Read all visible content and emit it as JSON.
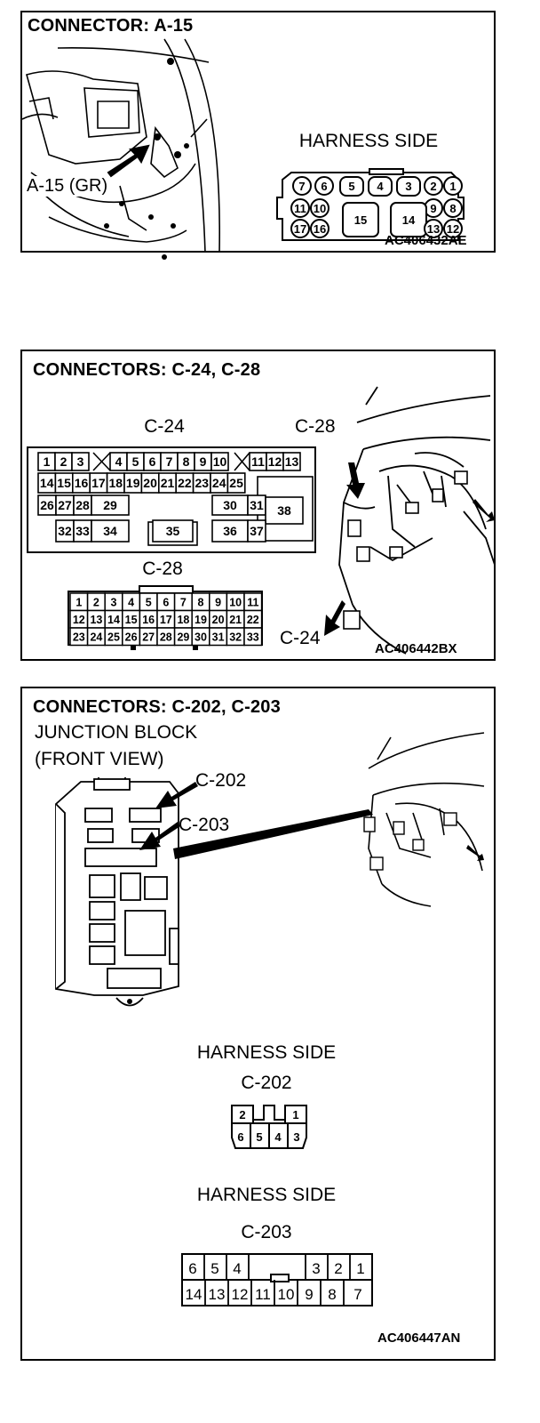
{
  "panels": [
    {
      "title": "CONNECTOR: A-15",
      "code": "AC406432AE",
      "harness_label": "HARNESS SIDE",
      "location_label": "A-15 (GR)",
      "pins_top": [
        "7",
        "6",
        "5",
        "4",
        "3",
        "2",
        "1"
      ],
      "pins_mid": [
        "11",
        "10",
        "9",
        "8"
      ],
      "pins_bot": [
        "17",
        "16",
        "15",
        "14",
        "13",
        "12"
      ]
    },
    {
      "title": "CONNECTORS: C-24, C-28",
      "code": "AC406442BX",
      "c24_label": "C-24",
      "c28_label": "C-28",
      "photo_c28_label": "C-28",
      "photo_c24_label": "C-24",
      "c24_row1": [
        "1",
        "2",
        "3",
        "4",
        "5",
        "6",
        "7",
        "8",
        "9",
        "10",
        "11",
        "12",
        "13"
      ],
      "c24_row2": [
        "14",
        "15",
        "16",
        "17",
        "18",
        "19",
        "20",
        "21",
        "22",
        "23",
        "24",
        "25"
      ],
      "c24_row3": [
        "26",
        "27",
        "28",
        "29",
        "30",
        "31",
        "38"
      ],
      "c24_row4": [
        "32",
        "33",
        "34",
        "35",
        "36",
        "37"
      ],
      "c28_row1": [
        "1",
        "2",
        "3",
        "4",
        "5",
        "6",
        "7",
        "8",
        "9",
        "10",
        "11"
      ],
      "c28_row2": [
        "12",
        "13",
        "14",
        "15",
        "16",
        "17",
        "18",
        "19",
        "20",
        "21",
        "22"
      ],
      "c28_row3": [
        "23",
        "24",
        "25",
        "26",
        "27",
        "28",
        "29",
        "30",
        "31",
        "32",
        "33"
      ]
    },
    {
      "title": "CONNECTORS: C-202, C-203",
      "subtitle1": "JUNCTION BLOCK",
      "subtitle2": "(FRONT VIEW)",
      "c202_arrow_label": "C-202",
      "c203_arrow_label": "C-203",
      "harness1": "HARNESS SIDE",
      "c202_label": "C-202",
      "harness2": "HARNESS SIDE",
      "c203_label": "C-203",
      "code": "AC406447AN",
      "c202_top": [
        "2",
        "1"
      ],
      "c202_bot": [
        "6",
        "5",
        "4",
        "3"
      ],
      "c203_top": [
        "6",
        "5",
        "4",
        "3",
        "2",
        "1"
      ],
      "c203_bot": [
        "14",
        "13",
        "12",
        "11",
        "10",
        "9",
        "8",
        "7"
      ]
    }
  ]
}
